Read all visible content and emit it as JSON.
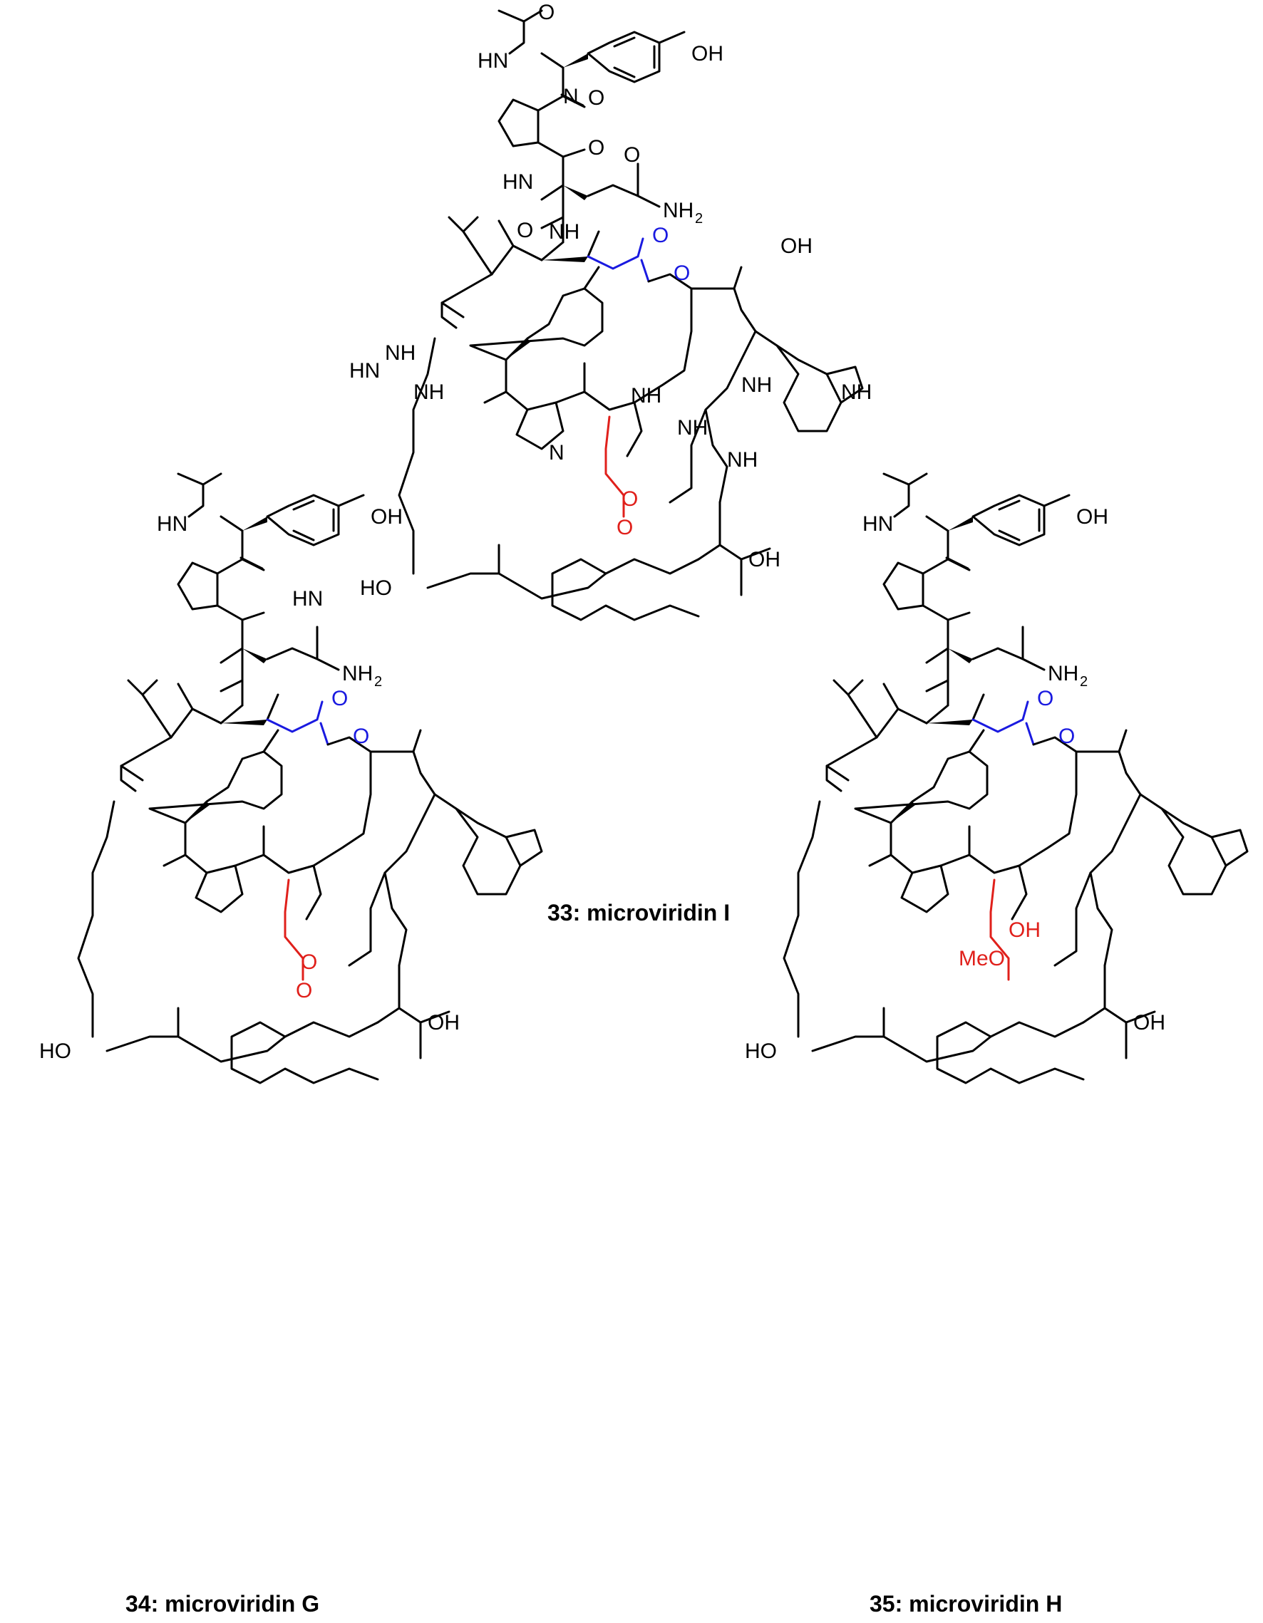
{
  "compounds": [
    {
      "number": "33",
      "name": "microviridin I",
      "caption": "33: microviridin I",
      "colors": {
        "ester_bond": "#1a1ae0",
        "crosslink": "#e0201b"
      }
    },
    {
      "number": "34",
      "name": "microviridin G",
      "caption": "34: microviridin G",
      "colors": {
        "ester_bond": "#1a1ae0",
        "crosslink": "#e0201b"
      }
    },
    {
      "number": "35",
      "name": "microviridin H",
      "caption": "35: microviridin H",
      "colors": {
        "ester_bond": "#1a1ae0",
        "modification": "#e0201b"
      }
    }
  ],
  "atom_labels": {
    "O": "O",
    "OH": "OH",
    "HO": "HO",
    "HN": "HN",
    "NH": "NH",
    "N": "N",
    "NH2": "NH",
    "sub2": "2",
    "MeO": "MeO"
  }
}
